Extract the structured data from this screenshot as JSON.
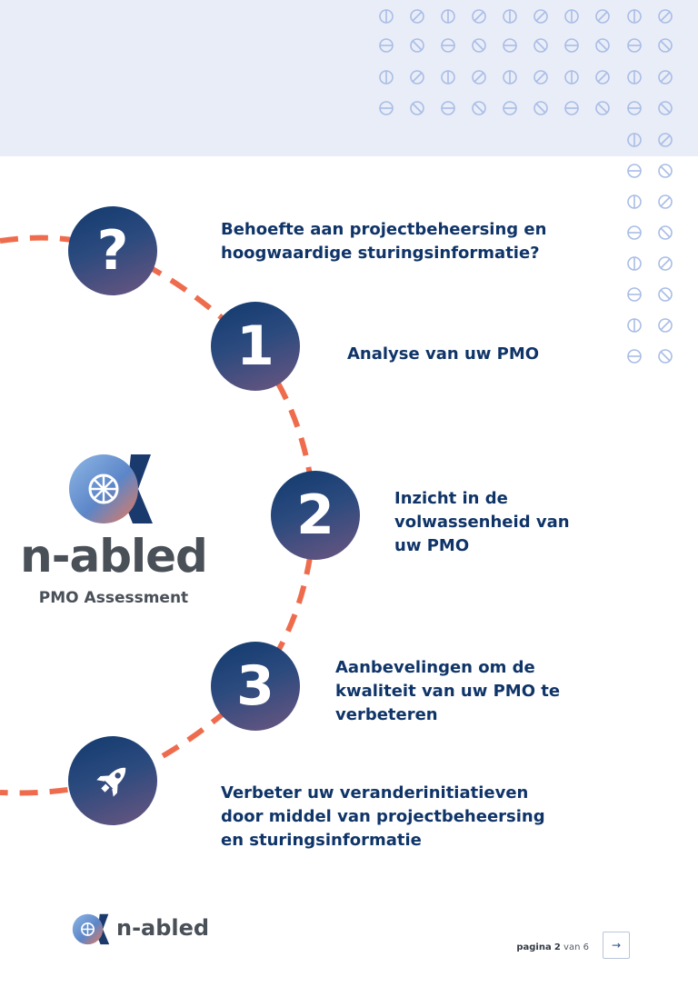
{
  "steps": [
    {
      "badge": "?",
      "icon": "question-mark-icon",
      "text_lines": [
        "Behoefte aan projectbeheersing en",
        "hoogwaardige sturingsinformatie?"
      ]
    },
    {
      "badge": "1",
      "text_lines": [
        "Analyse van uw PMO"
      ]
    },
    {
      "badge": "2",
      "text_lines": [
        "Inzicht in de",
        "volwassenheid van",
        "uw PMO"
      ]
    },
    {
      "badge": "3",
      "text_lines": [
        "Aanbevelingen om de",
        "kwaliteit van uw PMO te",
        "verbeteren"
      ]
    },
    {
      "badge": "",
      "icon": "rocket-icon",
      "text_lines": [
        "Verbeter uw veranderinitiatieven",
        "door middel van projectbeheersing",
        "en sturingsinformatie"
      ]
    }
  ],
  "brand": {
    "name": "n-abled",
    "subtitle": "PMO Assessment"
  },
  "footer": {
    "brand": "n-abled",
    "page_label": "pagina",
    "page_current": "2",
    "page_of": "van",
    "page_total": "6",
    "next_symbol": "→"
  },
  "colors": {
    "accent_orange": "#ee6c4d",
    "navy": "#0f3468",
    "band": "#e9edf8",
    "brand_gray": "#4a5058"
  }
}
